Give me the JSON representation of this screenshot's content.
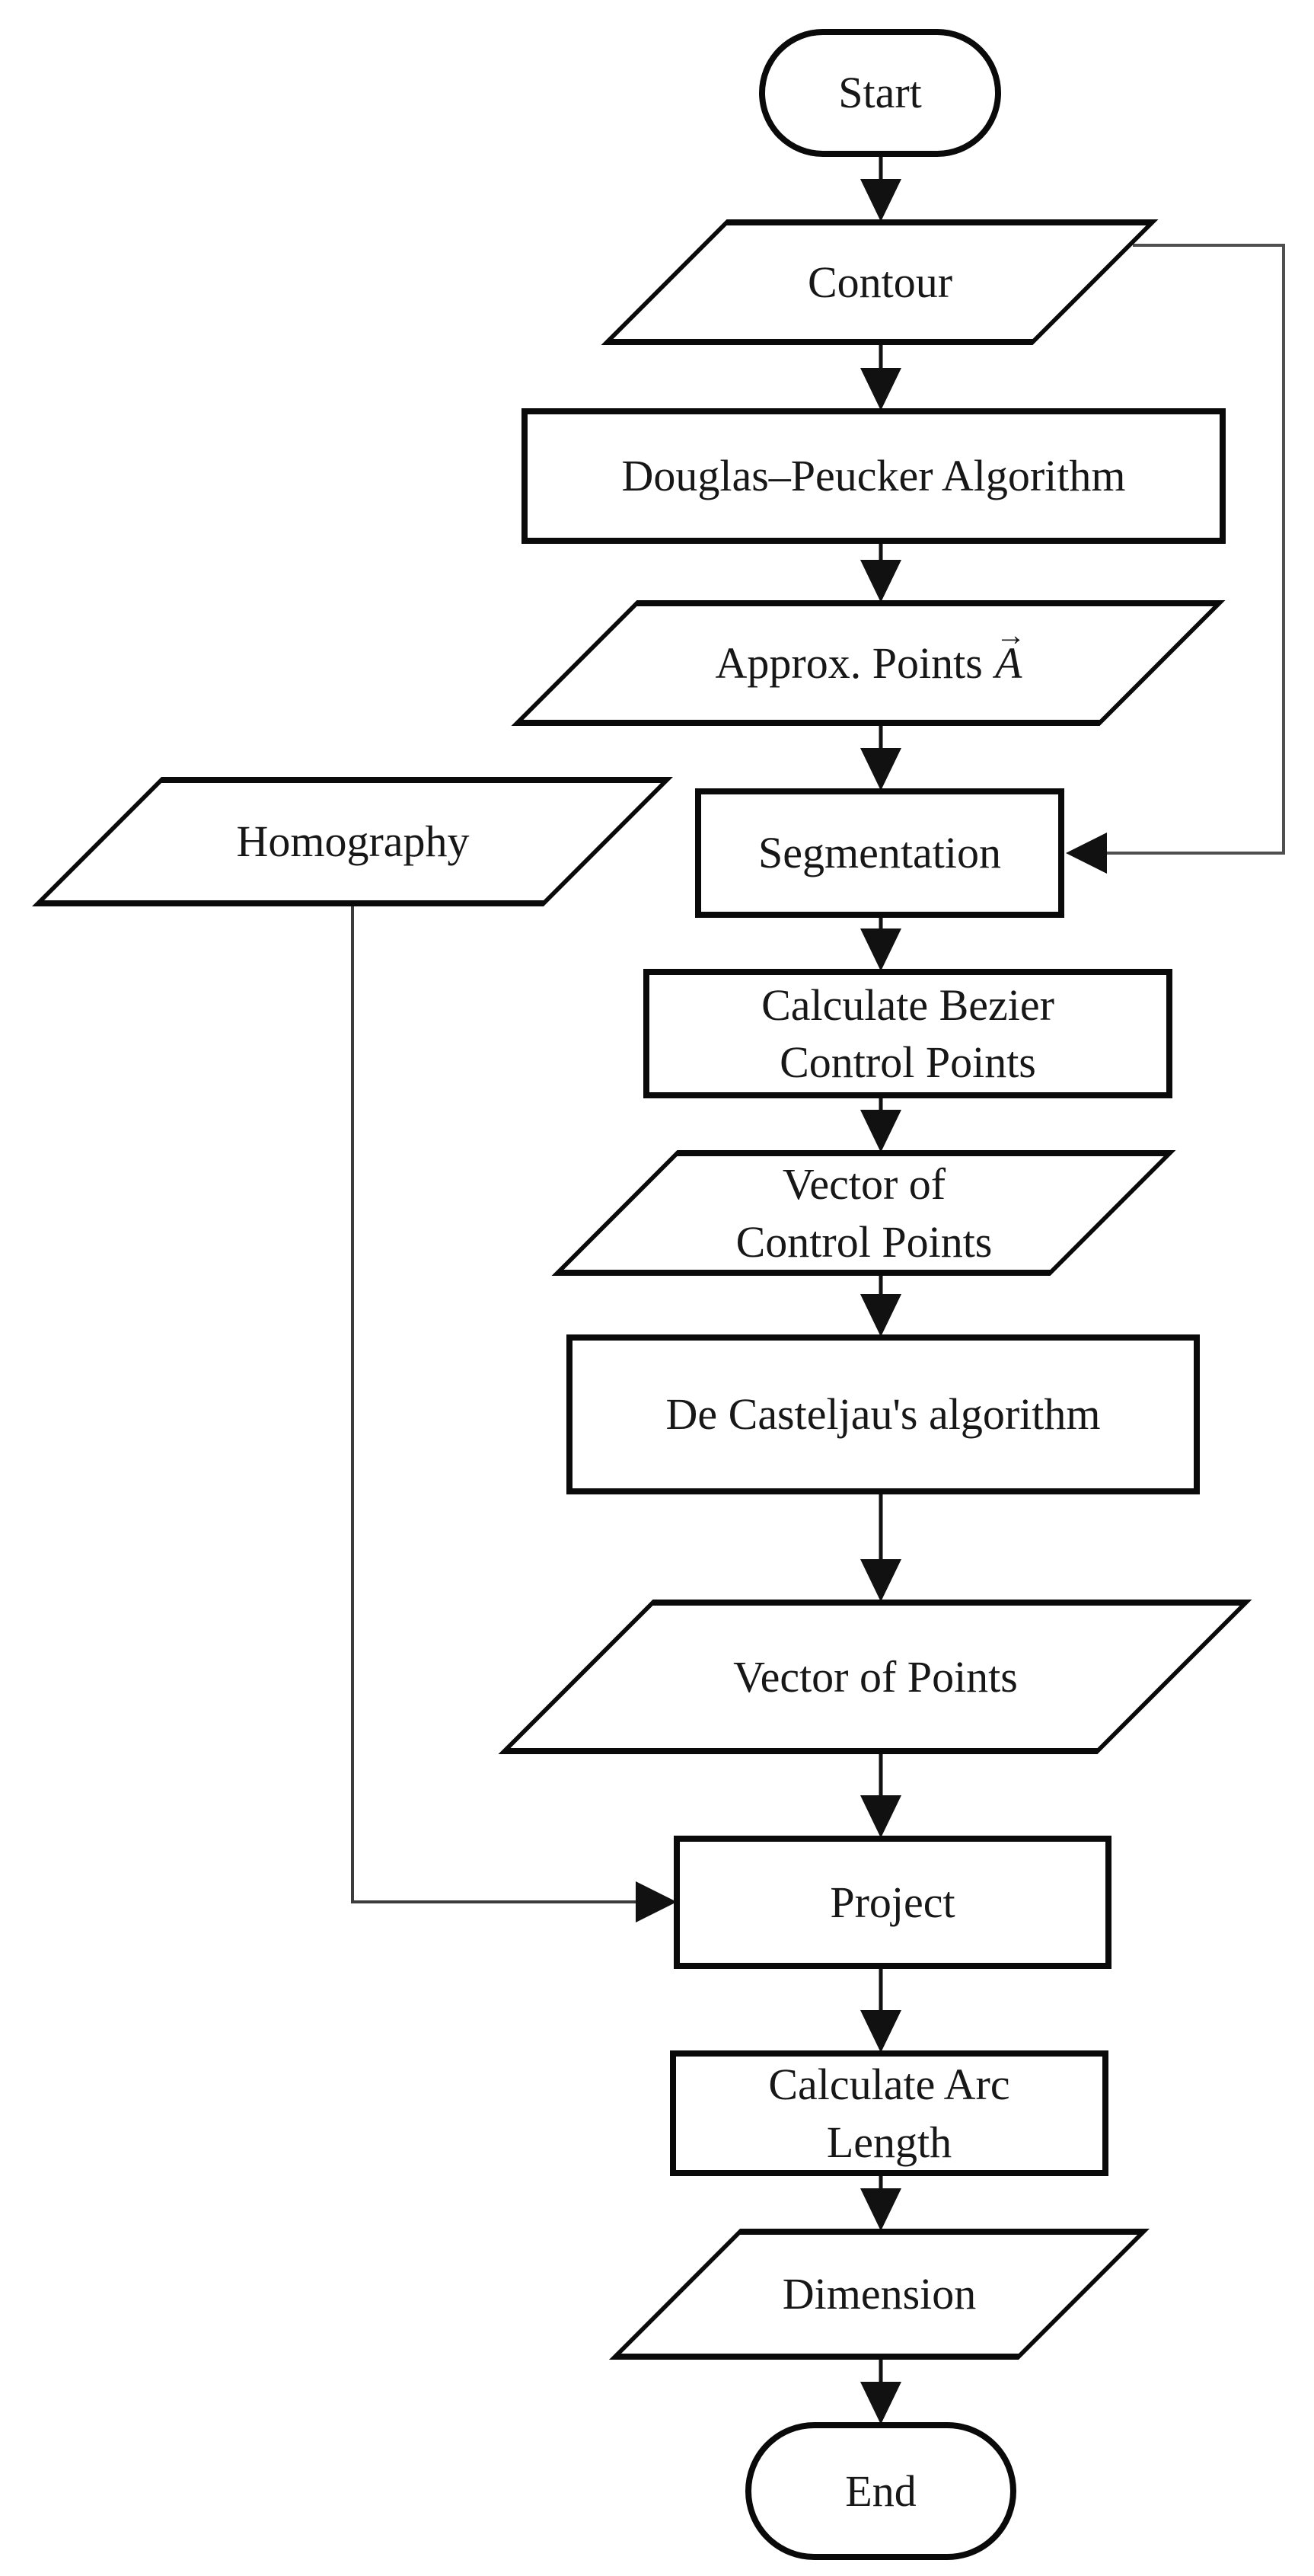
{
  "diagram_type": "flowchart",
  "colors": {
    "shape_stroke": "#0a0a0a",
    "text": "#171717",
    "background": "#ffffff",
    "connector": "#111111",
    "side_connector": "#4f4f4f"
  },
  "nodes": {
    "start": {
      "shape": "terminator",
      "label": "Start"
    },
    "contour": {
      "shape": "data",
      "label": "Contour"
    },
    "douglas": {
      "shape": "process",
      "label": "Douglas–Peucker Algorithm"
    },
    "approx": {
      "shape": "data",
      "label_prefix": "Approx. Points",
      "vector_var": "A",
      "vector_arrow": "→"
    },
    "homography": {
      "shape": "data",
      "label": "Homography"
    },
    "segmentation": {
      "shape": "process",
      "label": "Segmentation"
    },
    "bezier": {
      "shape": "process",
      "label_line1": "Calculate Bezier",
      "label_line2": "Control Points"
    },
    "vector_control_points": {
      "shape": "data",
      "label_line1": "Vector of",
      "label_line2": "Control Points"
    },
    "decasteljau": {
      "shape": "process",
      "label": "De Casteljau's algorithm"
    },
    "vector_of_points": {
      "shape": "data",
      "label": "Vector of Points"
    },
    "project": {
      "shape": "process",
      "label": "Project"
    },
    "arc_length": {
      "shape": "process",
      "label_line1": "Calculate Arc",
      "label_line2": "Length"
    },
    "dimension": {
      "shape": "data",
      "label": "Dimension"
    },
    "end": {
      "shape": "terminator",
      "label": "End"
    }
  },
  "edges": [
    {
      "from": "Start",
      "to": "Contour"
    },
    {
      "from": "Contour",
      "to": "Douglas–Peucker Algorithm"
    },
    {
      "from": "Douglas–Peucker Algorithm",
      "to": "Approx. Points A"
    },
    {
      "from": "Approx. Points A",
      "to": "Segmentation"
    },
    {
      "from": "Contour",
      "to": "Segmentation",
      "route": "right-side loop"
    },
    {
      "from": "Segmentation",
      "to": "Calculate Bezier Control Points"
    },
    {
      "from": "Calculate Bezier Control Points",
      "to": "Vector of Control Points"
    },
    {
      "from": "Vector of Control Points",
      "to": "De Casteljau's algorithm"
    },
    {
      "from": "De Casteljau's algorithm",
      "to": "Vector of Points"
    },
    {
      "from": "Vector of Points",
      "to": "Project"
    },
    {
      "from": "Homography",
      "to": "Project",
      "route": "left-side"
    },
    {
      "from": "Project",
      "to": "Calculate Arc Length"
    },
    {
      "from": "Calculate Arc Length",
      "to": "Dimension"
    },
    {
      "from": "Dimension",
      "to": "End"
    }
  ]
}
